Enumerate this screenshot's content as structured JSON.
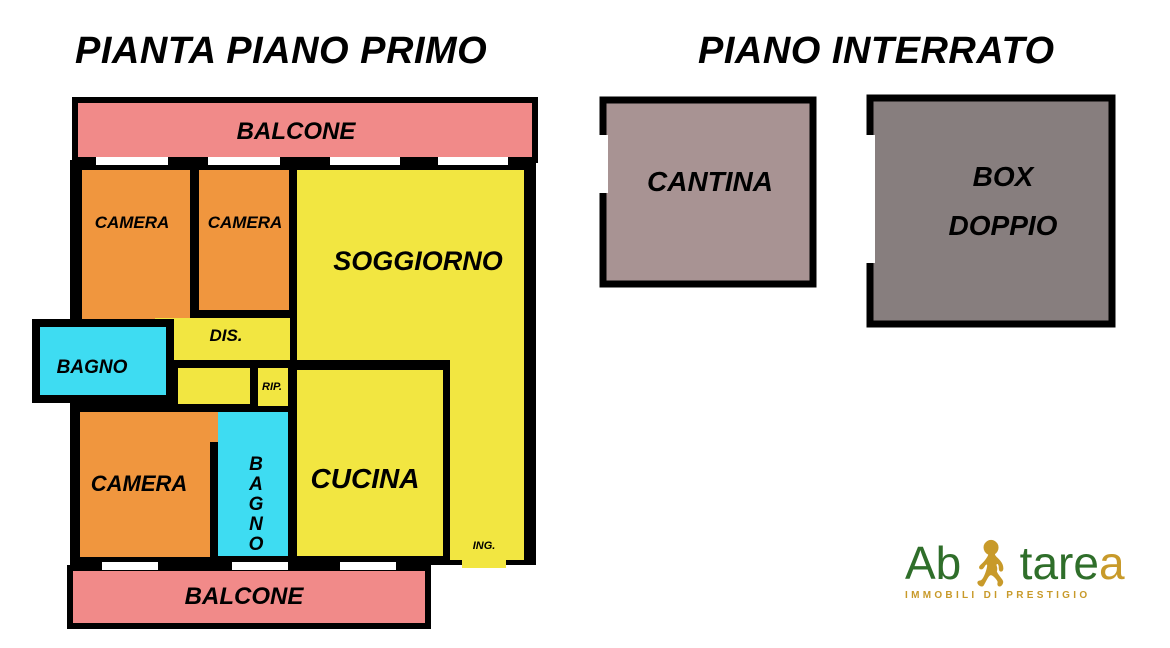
{
  "titles": {
    "first_floor": "PIANTA PIANO PRIMO",
    "basement": "PIANO INTERRATO"
  },
  "rooms": {
    "balcone_top": "BALCONE",
    "camera_1": "CAMERA",
    "camera_2": "CAMERA",
    "soggiorno": "SOGGIORNO",
    "dis": "DIS.",
    "bagno_left": "BAGNO",
    "rip": "RIP.",
    "camera_3": "CAMERA",
    "bagno_vertical": [
      "B",
      "A",
      "G",
      "N",
      "O"
    ],
    "cucina": "CUCINA",
    "ing": "ING.",
    "balcone_bottom": "BALCONE",
    "cantina": "CANTINA",
    "box_line1": "BOX",
    "box_line2": "DOPPIO"
  },
  "logo": {
    "name_part1": "Ab",
    "name_part2": "tare",
    "name_part3": "a",
    "tagline": "IMMOBILI DI PRESTIGIO"
  },
  "colors": {
    "balcone": "#f18a89",
    "camera": "#f0963e",
    "soggiorno": "#f2e641",
    "bagno": "#3edcf2",
    "cantina": "#a89393",
    "box": "#877e7e",
    "walls": "#000000",
    "logo_green": "#2f6e2a",
    "logo_gold": "#c89a2a"
  }
}
